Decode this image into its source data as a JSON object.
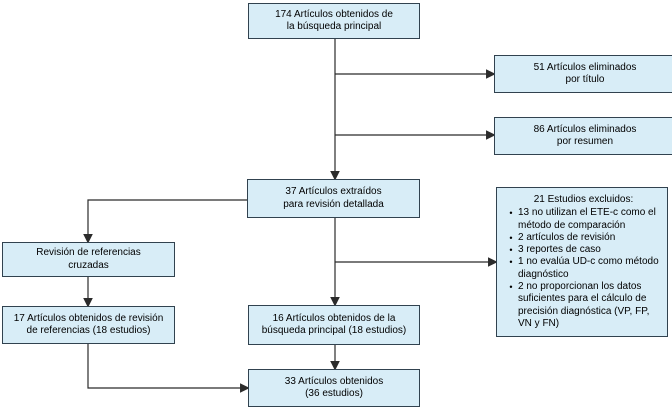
{
  "palette": {
    "box_fill": "#d8edf7",
    "box_border": "#31424f",
    "connector": "#2b2b2b",
    "text": "#000000",
    "background": "#ffffff"
  },
  "boxes": {
    "main_search": {
      "lines": [
        "174 Artículos obtenidos de",
        "la búsqueda principal"
      ]
    },
    "eliminated_by_title": {
      "lines": [
        "51 Artículos eliminados",
        "por título"
      ]
    },
    "eliminated_by_abstract": {
      "lines": [
        "86 Artículos eliminados",
        "por resumen"
      ]
    },
    "extracted_for_review": {
      "lines": [
        "37 Artículos extraídos",
        "para revisión detallada"
      ]
    },
    "excluded_studies": {
      "title": "21 Estudios excluidos:",
      "bullet": "•",
      "items": [
        "13 no utilizan el ETE-c como el método de comparación",
        "2 artículos de revisión",
        "3 reportes de caso",
        "1 no evalúa UD-c como método diagnóstico",
        "2 no proporcionan los datos suficientes para el cálculo de precisión diagnóstica (VP, FP, VN y FN)"
      ]
    },
    "cross_reference_review": {
      "lines": [
        "Revisión de referencias",
        "cruzadas"
      ]
    },
    "from_references": {
      "lines": [
        "17 Artículos obtenidos de revisión",
        "de referencias (18 estudios)"
      ]
    },
    "from_main_search": {
      "lines": [
        "16 Artículos obtenidos de la",
        "búsqueda principal (18 estudios)"
      ]
    },
    "total_obtained": {
      "lines": [
        "33 Artículos obtenidos",
        "(36 estudios)"
      ]
    }
  }
}
